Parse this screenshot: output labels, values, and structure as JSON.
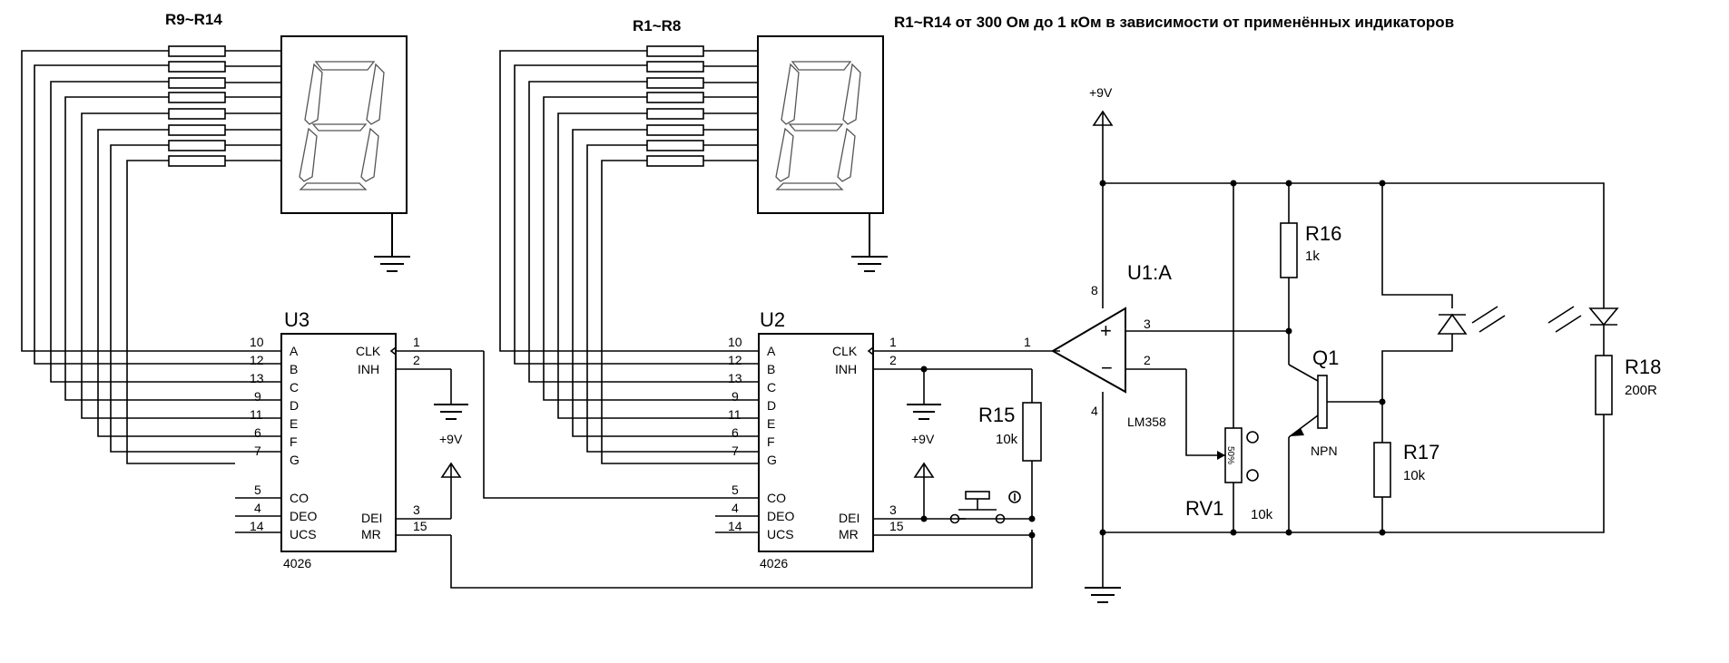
{
  "labels": {
    "note": "R1~R14 от 300 Ом до 1 кОм в зависимости от применённых индикаторов",
    "group_left": "R9~R14",
    "group_right": "R1~R8"
  },
  "u3": {
    "ref": "U3",
    "part": "4026",
    "left_pins": [
      {
        "num": "10",
        "name": "A"
      },
      {
        "num": "12",
        "name": "B"
      },
      {
        "num": "13",
        "name": "C"
      },
      {
        "num": "9",
        "name": "D"
      },
      {
        "num": "11",
        "name": "E"
      },
      {
        "num": "6",
        "name": "F"
      },
      {
        "num": "7",
        "name": "G"
      },
      {
        "num": "5",
        "name": "CO"
      },
      {
        "num": "4",
        "name": "DEO"
      },
      {
        "num": "14",
        "name": "UCS"
      }
    ],
    "right_pins": [
      {
        "num": "1",
        "name": "CLK"
      },
      {
        "num": "2",
        "name": "INH"
      },
      {
        "num": "3",
        "name": "DEI"
      },
      {
        "num": "15",
        "name": "MR"
      }
    ],
    "supply": "+9V"
  },
  "u2": {
    "ref": "U2",
    "part": "4026",
    "left_pins": [
      {
        "num": "10",
        "name": "A"
      },
      {
        "num": "12",
        "name": "B"
      },
      {
        "num": "13",
        "name": "C"
      },
      {
        "num": "9",
        "name": "D"
      },
      {
        "num": "11",
        "name": "E"
      },
      {
        "num": "6",
        "name": "F"
      },
      {
        "num": "7",
        "name": "G"
      },
      {
        "num": "5",
        "name": "CO"
      },
      {
        "num": "4",
        "name": "DEO"
      },
      {
        "num": "14",
        "name": "UCS"
      }
    ],
    "right_pins": [
      {
        "num": "1",
        "name": "CLK"
      },
      {
        "num": "2",
        "name": "INH"
      },
      {
        "num": "3",
        "name": "DEI"
      },
      {
        "num": "15",
        "name": "MR"
      }
    ],
    "supply": "+9V"
  },
  "opamp": {
    "ref": "U1:A",
    "part": "LM358",
    "pin_out": "1",
    "pin_plus": "3",
    "pin_minus": "2",
    "pin_vcc": "8",
    "pin_gnd": "4",
    "plus_sign": "+",
    "minus_sign": "−"
  },
  "supply_top": "+9V",
  "r15": {
    "ref": "R15",
    "value": "10k"
  },
  "r16": {
    "ref": "R16",
    "value": "1k"
  },
  "r17": {
    "ref": "R17",
    "value": "10k"
  },
  "r18": {
    "ref": "R18",
    "value": "200R"
  },
  "rv1": {
    "ref": "RV1",
    "value": "10k",
    "pot_label": "50%"
  },
  "q1": {
    "ref": "Q1",
    "type": "NPN"
  }
}
